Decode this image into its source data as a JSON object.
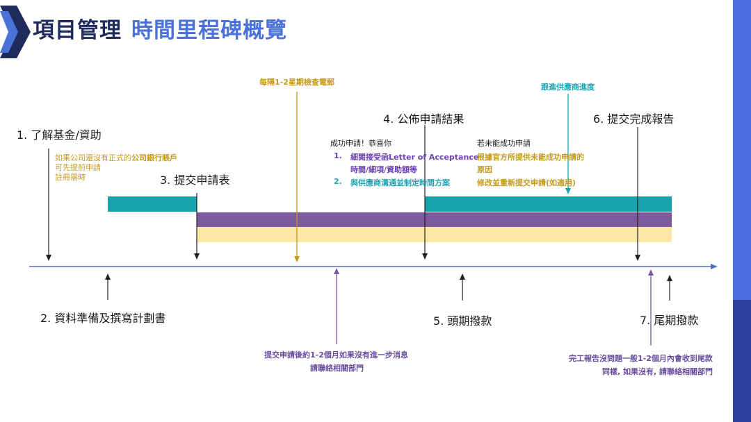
{
  "header": {
    "title_main": "項目管理",
    "title_sub": "時間里程碑概覽"
  },
  "colors": {
    "navy": "#1e2b5c",
    "blue": "#4a72d9",
    "teal": "#17a2ad",
    "purple": "#7b5a9e",
    "cream": "#fbe7a6",
    "gold": "#c79a1c",
    "axis": "#4a6fc4"
  },
  "milestones": {
    "m1": "1.  了解基金/資助",
    "m2": "2. 資料準備及撰寫計劃書",
    "m3": "3. 提交申請表",
    "m4": "4. 公佈申請結果",
    "m5": "5. 頭期撥款",
    "m6": "6. 提交完成報告",
    "m7": "7. 尾期撥款"
  },
  "notes": {
    "m1_line1_a": "如果公司還沒有正式的",
    "m1_line1_b": "公司銀行賬戶",
    "m1_line2": "可先提前申請",
    "m1_line3": "註冊需時",
    "weekly_check": "每隔1-2星期檢查電郵",
    "follow_supplier": "跟進供應商進度",
    "success_title": "成功申請！恭喜你",
    "success_1_num": "1.",
    "success_1_a": "細閱接受函Letter of Acceptance",
    "success_1_b": "時間/細項/資助額等",
    "success_2_num": "2.",
    "success_2": "與供應商溝通並制定時間方案",
    "fail_title": "若未能成功申請",
    "fail_1": "根據官方所提供未能成功申請的",
    "fail_2": "原因",
    "fail_3": "修改並重新提交申請(如適用)",
    "submit_note_1": "提交申請後約1-2個月如果沒有進一步消息",
    "submit_note_2": "請聯絡相關部門",
    "final_note_1": "完工報告沒問題一般1-2個月內會收到尾款",
    "final_note_2": "同樣, 如果沒有, 請聯絡相關部門"
  }
}
